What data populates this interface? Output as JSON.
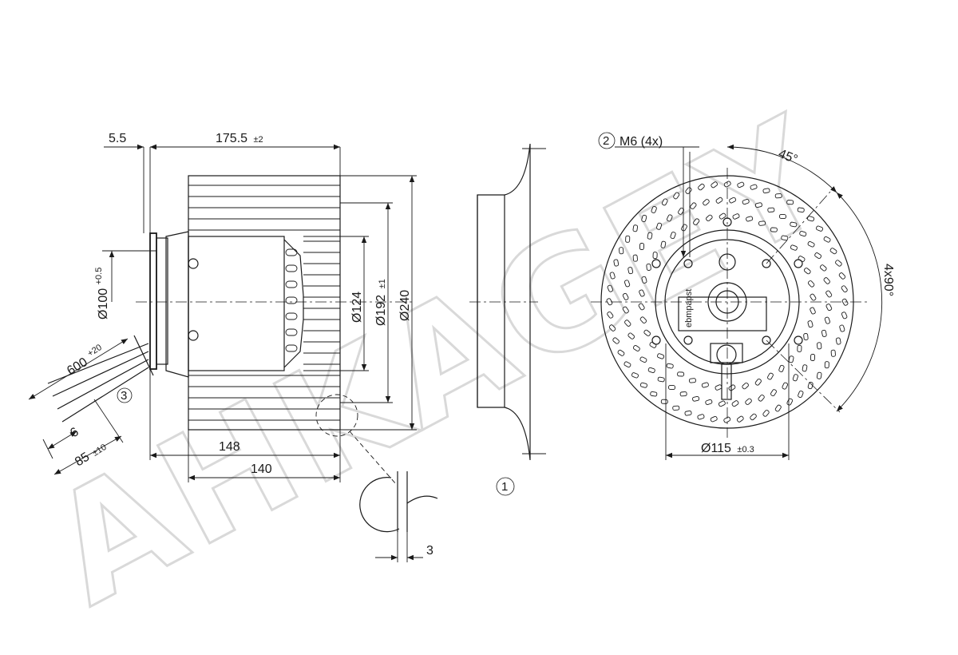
{
  "watermark": "AHKAGEY",
  "dimensions": {
    "flange_thickness": "5.5",
    "overall_length": "175.5",
    "overall_length_tol": "±2",
    "hub_dia": "Ø100",
    "hub_dia_tol": "+0.5",
    "motor_dia": "Ø124",
    "wheel_inner_dia": "Ø192",
    "wheel_inner_dia_tol": "±1",
    "wheel_outer_dia": "Ø240",
    "length_148": "148",
    "length_140": "140",
    "cable_length": "600",
    "cable_length_tol": "+20",
    "strip_length": "6",
    "lead_length": "85",
    "lead_length_tol": "±10",
    "detail_gap": "3",
    "thread": "M6 (4x)",
    "angle_45": "45°",
    "angle_4x90": "4x90°",
    "bolt_circle": "Ø115",
    "bolt_circle_tol": "±0.3"
  },
  "callouts": {
    "inlet_ring": "1",
    "mounting_thread": "2",
    "cable": "3"
  },
  "nameplate": {
    "brand": "ebmpapst"
  }
}
